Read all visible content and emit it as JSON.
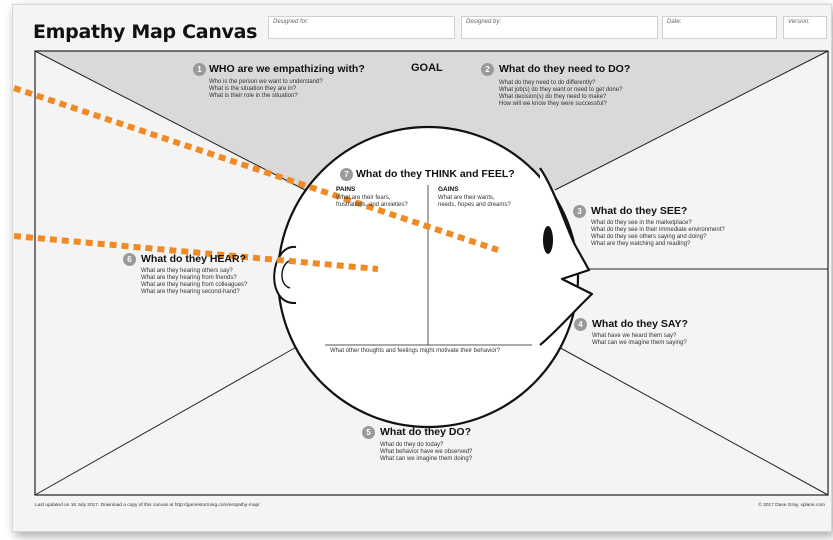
{
  "title": "Empathy Map Canvas",
  "header_fields": {
    "designed_for": "Designed for:",
    "designed_by": "Designed by:",
    "date": "Date:",
    "version": "Version:"
  },
  "goal_label": "GOAL",
  "sections": {
    "who": {
      "number": "1",
      "heading": "WHO are we empathizing with?",
      "lines": [
        "Who is the person we want to understand?",
        "What is the situation they are in?",
        "What is their role in the situation?"
      ]
    },
    "need_to_do": {
      "number": "2",
      "heading": "What do they need to DO?",
      "lines": [
        "What do they need to do differently?",
        "What job(s) do they want or need to get done?",
        "What decision(s) do they need to make?",
        "How will we know they were successful?"
      ]
    },
    "see": {
      "number": "3",
      "heading": "What do they SEE?",
      "lines": [
        "What do they see in the marketplace?",
        "What do they see in their immediate environment?",
        "What do they see others saying and doing?",
        "What are they watching and reading?"
      ]
    },
    "say": {
      "number": "4",
      "heading": "What do they SAY?",
      "lines": [
        "What have we heard them say?",
        "What can we imagine them saying?"
      ]
    },
    "do": {
      "number": "5",
      "heading": "What do they DO?",
      "lines": [
        "What do they do today?",
        "What behavior have we observed?",
        "What can we imagine them doing?"
      ]
    },
    "hear": {
      "number": "6",
      "heading": "What do they HEAR?",
      "lines": [
        "What are they hearing others say?",
        "What are they hearing from friends?",
        "What are they hearing from colleagues?",
        "What are they hearing second-hand?"
      ]
    },
    "think_feel": {
      "number": "7",
      "heading": "What do they THINK and FEEL?",
      "pains_label": "PAINS",
      "pains_lines": [
        "What are their fears,",
        "frustrations, and anxieties?"
      ],
      "gains_label": "GAINS",
      "gains_lines": [
        "What are their wants,",
        "needs, hopes and dreams?"
      ],
      "bottom_question": "What other thoughts and feelings might motivate their behavior?"
    }
  },
  "footer_left": "Last updated on 16 July 2017. Download a copy of this canvas at http://gamestorming.com/empathy-map/",
  "footer_right": "© 2017 Dave Gray, xplane.com",
  "colors": {
    "goal_band": "#d9d9d9",
    "annotation_dots": "#f08a24",
    "number_badge": "#9a9a9a"
  }
}
